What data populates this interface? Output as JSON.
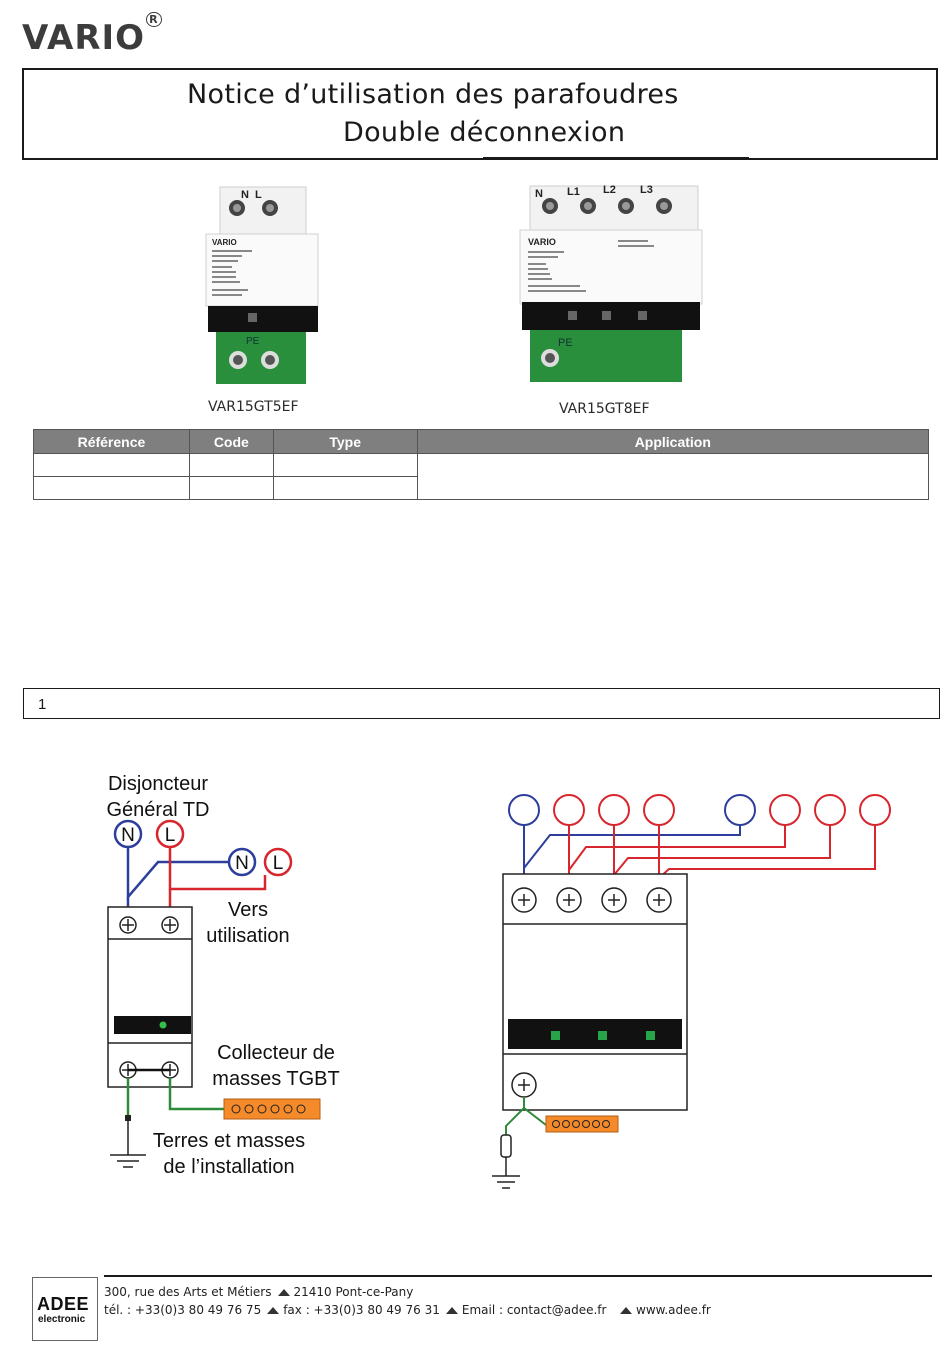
{
  "brand": {
    "name": "VARIO",
    "mark": "R"
  },
  "title": {
    "line1": "Notice d’utilisation des parafoudres",
    "line2": "Double déconnexion"
  },
  "products": [
    {
      "caption": "VAR15GT5EF",
      "terminals": [
        "N",
        "L"
      ],
      "earth_label": "PE",
      "label_brand": "VARIO"
    },
    {
      "caption": "VAR15GT8EF",
      "terminals": [
        "N",
        "L1",
        "L2",
        "L3"
      ],
      "earth_label": "PE",
      "label_brand": "VARIO"
    }
  ],
  "table": {
    "headers": [
      "Référence",
      "Code",
      "Type",
      "Application"
    ],
    "rows": [
      [
        "",
        "",
        "",
        ""
      ],
      [
        "",
        "",
        "",
        ""
      ]
    ]
  },
  "section": {
    "number": "1"
  },
  "diagram_left": {
    "breaker_label_1": "Disjoncteur",
    "breaker_label_2": "Général TD",
    "breaker_terminals": [
      "N",
      "L"
    ],
    "out_terminals": [
      "N",
      "L"
    ],
    "usage_label_1": "Vers",
    "usage_label_2": "utilisation",
    "collector_label_1": "Collecteur de",
    "collector_label_2": "masses TGBT",
    "earth_label_1": "Terres et masses",
    "earth_label_2": "de l’installation"
  },
  "footer": {
    "logo_line1": "ADEE",
    "logo_line2": "electronic",
    "address": "300, rue des Arts et Métiers",
    "city": "21410 Pont-ce-Pany",
    "phone": "tél. : +33(0)3 80 49 76 75",
    "fax": "fax : +33(0)3 80 49 76 31",
    "email": "Email : contact@adee.fr",
    "web": "www.adee.fr"
  },
  "colors": {
    "neutral": "#2e3e9c",
    "phase": "#d8262e",
    "earth_wire": "#2e8b3a",
    "collector": "#f58a2a",
    "module_green": "#27a34a",
    "table_header": "#7f7f7f"
  }
}
